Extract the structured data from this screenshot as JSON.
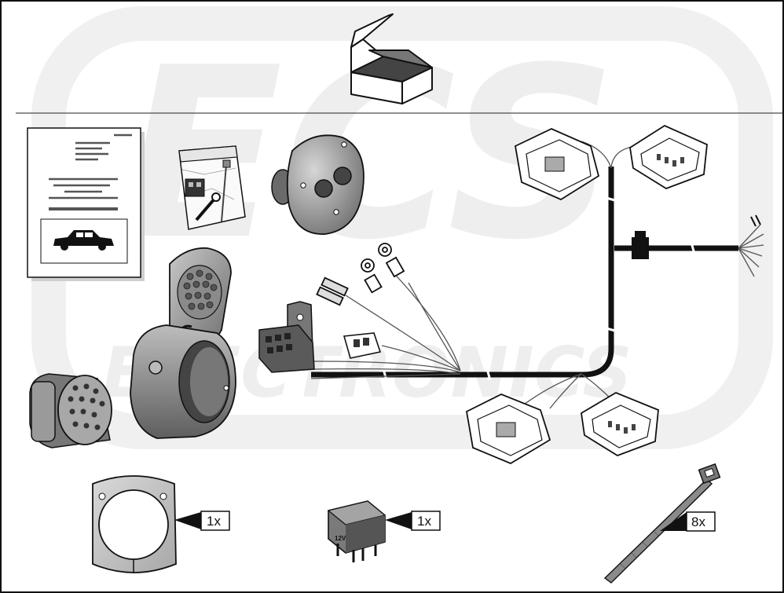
{
  "watermark": {
    "logo_text": "ECS",
    "brand_text": "ELECTRONICS"
  },
  "relay": {
    "voltage_label": "12V"
  },
  "quantities": {
    "cover_plate": "1x",
    "relay": "1x",
    "cable_tie": "8x"
  }
}
